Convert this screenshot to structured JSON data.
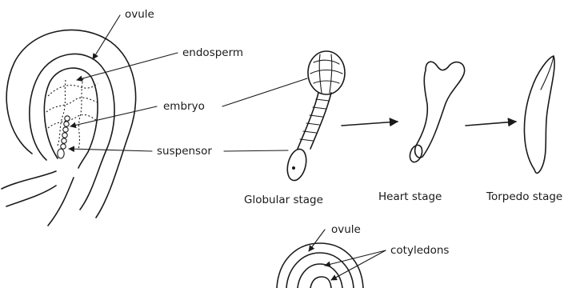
{
  "labels": {
    "ovule_top": "ovule",
    "endosperm": "endosperm",
    "embryo": "embryo",
    "suspensor": "suspensor",
    "globular_stage": "Globular stage",
    "heart_stage": "Heart stage",
    "torpedo_stage": "Torpedo stage",
    "ovule_bottom": "ovule",
    "cotyledons": "cotyledons"
  }
}
